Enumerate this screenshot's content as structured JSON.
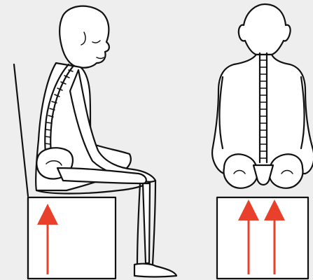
{
  "figure": {
    "background": "#eeeeee",
    "ink_color": "#111111",
    "arrow_color": "#e8402a",
    "views": [
      {
        "name": "side-view",
        "arrow_count": 1
      },
      {
        "name": "back-view",
        "arrow_count": 2
      }
    ]
  }
}
